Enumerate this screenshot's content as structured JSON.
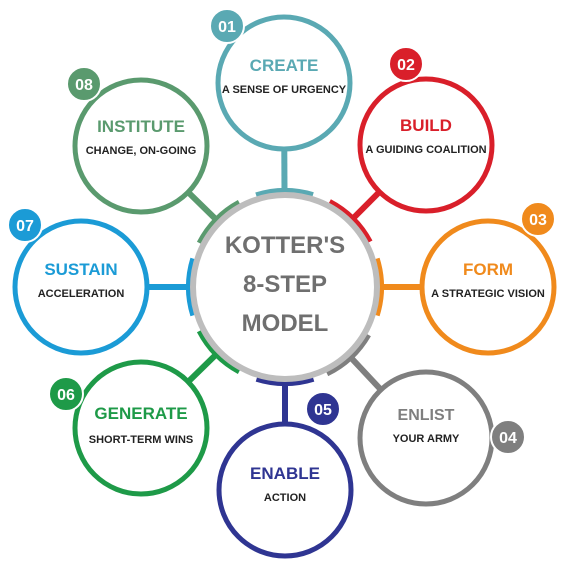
{
  "center": {
    "lines": [
      "KOTTER'S",
      "8-STEP",
      "MODEL"
    ],
    "color": "#6f6f6f"
  },
  "steps": [
    {
      "number": "01",
      "title": "CREATE",
      "subtitle": "A SENSE OF URGENCY",
      "color": "#5aa9b3"
    },
    {
      "number": "02",
      "title": "BUILD",
      "subtitle": "A GUIDING COALITION",
      "color": "#d91f2a"
    },
    {
      "number": "03",
      "title": "FORM",
      "subtitle": "A STRATEGIC VISION",
      "color": "#f08a1c"
    },
    {
      "number": "04",
      "title": "ENLIST",
      "subtitle": "YOUR ARMY",
      "color": "#7f7f7f"
    },
    {
      "number": "05",
      "title": "ENABLE",
      "subtitle": "ACTION",
      "color": "#2f3592"
    },
    {
      "number": "06",
      "title": "GENERATE",
      "subtitle": "SHORT-TERM WINS",
      "color": "#1e9a48"
    },
    {
      "number": "07",
      "title": "SUSTAIN",
      "subtitle": "ACCELERATION",
      "color": "#1b9bd6"
    },
    {
      "number": "08",
      "title": "INSTITUTE",
      "subtitle": "CHANGE, ON-GOING",
      "color": "#5a9a6e"
    }
  ]
}
